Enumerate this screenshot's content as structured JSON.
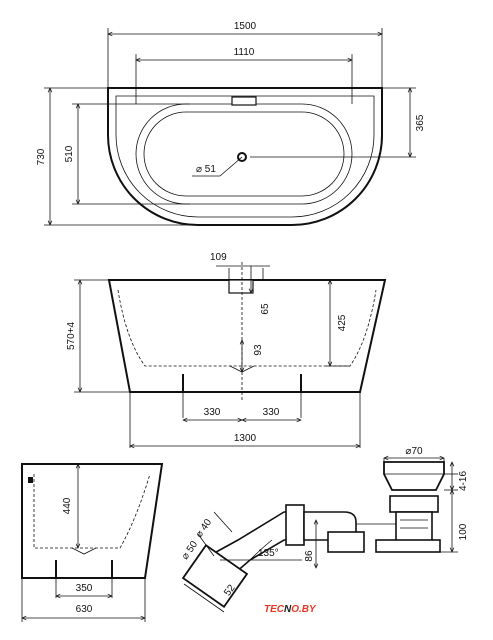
{
  "top_view": {
    "width": "1500",
    "inner_length": "1110",
    "depth": "730",
    "inner_width": "510",
    "half_depth": "365",
    "drain_dia": "⌀ 51"
  },
  "side_view": {
    "overflow_offset": "109",
    "overflow_drop": "65",
    "height": "570+4",
    "inner_depth": "425",
    "drain_height": "93",
    "foot_left": "330",
    "foot_right": "330",
    "base_length": "1300"
  },
  "end_view": {
    "depth": "440",
    "foot_span": "350",
    "base_width": "630"
  },
  "drain_detail": {
    "plug_dia": "⌀70",
    "adjust_range": "4-16",
    "height": "100",
    "pipe_dia_40": "⌀ 40",
    "pipe_dia_50": "⌀ 50",
    "angle": "135°",
    "outlet_height": "86",
    "outlet_len": "52"
  },
  "brand": {
    "prefix": "TEC",
    "mid": "N",
    "suffix": "O.BY",
    "color_text": "#e43a25",
    "color_mid": "#1d1d1d"
  }
}
